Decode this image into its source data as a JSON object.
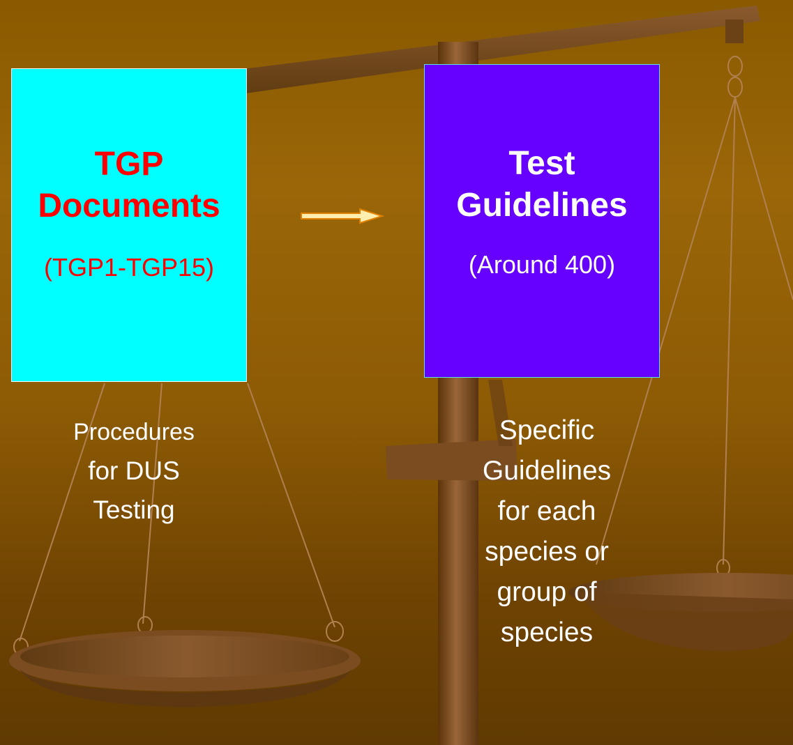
{
  "colors": {
    "left_box_fill": "#00ffff",
    "left_box_text": "#ff0000",
    "right_box_fill": "#6600ff",
    "right_box_text": "#ffffff",
    "caption_text": "#ffffff",
    "arrow_fill": "#ffeeb0",
    "arrow_stroke": "#e08000"
  },
  "left_box": {
    "title_lines": [
      "TGP",
      "Documents"
    ],
    "subtitle": "(TGP1-TGP15)",
    "caption_lines": [
      "Procedures",
      "for DUS",
      "Testing"
    ]
  },
  "right_box": {
    "title_lines": [
      "Test",
      "Guidelines"
    ],
    "subtitle": "(Around 400)",
    "caption_lines": [
      "Specific",
      "Guidelines",
      "for each",
      "species or",
      "group of",
      "species"
    ]
  },
  "arrow": {
    "direction": "right"
  },
  "background": {
    "illustration": "balance-scale"
  }
}
